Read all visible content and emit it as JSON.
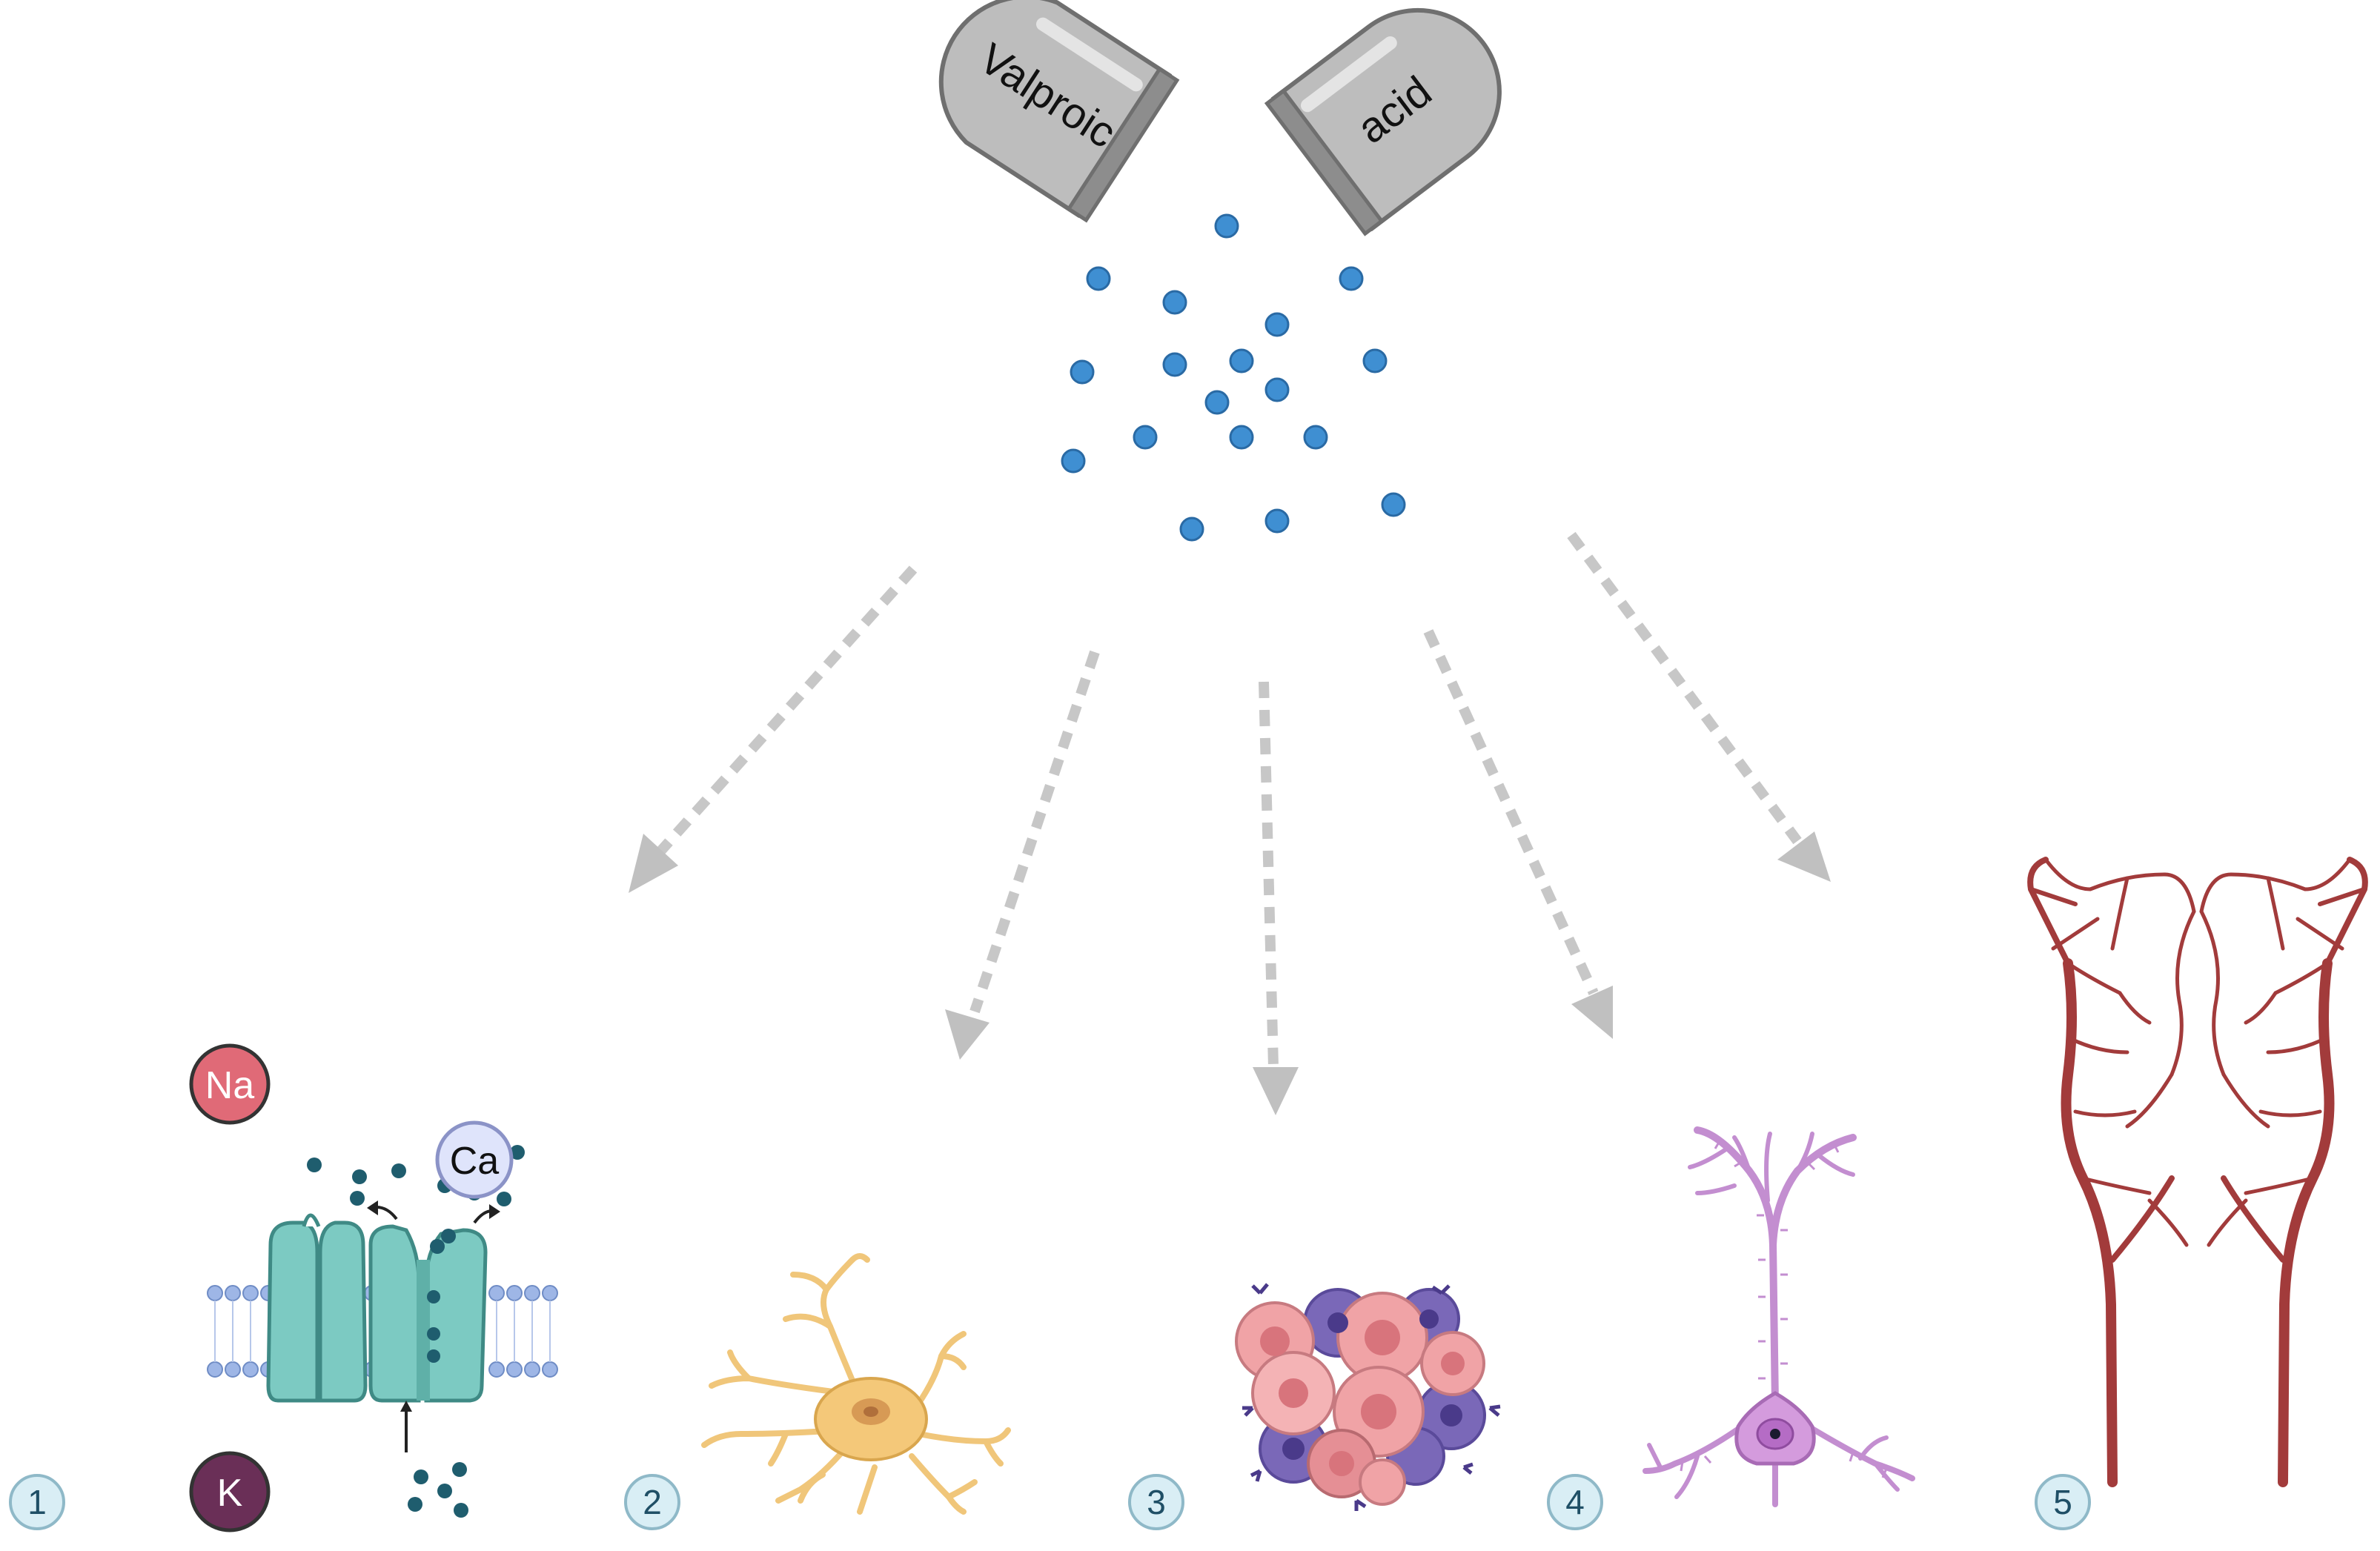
{
  "capsule": {
    "left_label": "Valproic",
    "right_label": "acid",
    "color": "#bdbdbd"
  },
  "ions": {
    "sodium": "Na",
    "calcium": "Ca",
    "potassium": "K",
    "sodium_color": "#e06a77",
    "calcium_color": "#dfe4fb",
    "potassium_color": "#6a2f57"
  },
  "panels": [
    {
      "number": "1"
    },
    {
      "number": "2"
    },
    {
      "number": "3"
    },
    {
      "number": "4"
    },
    {
      "number": "5"
    }
  ],
  "colors": {
    "drug_particle": "#3f8fd2",
    "arrow": "#c4c4c4",
    "channel": "#7ccac2",
    "astrocyte": "#f0c67a",
    "tumor_pink": "#f0a3a6",
    "tumor_purple": "#7a68b8",
    "neuron": "#c78fd3",
    "vessel": "#a23b3b"
  }
}
